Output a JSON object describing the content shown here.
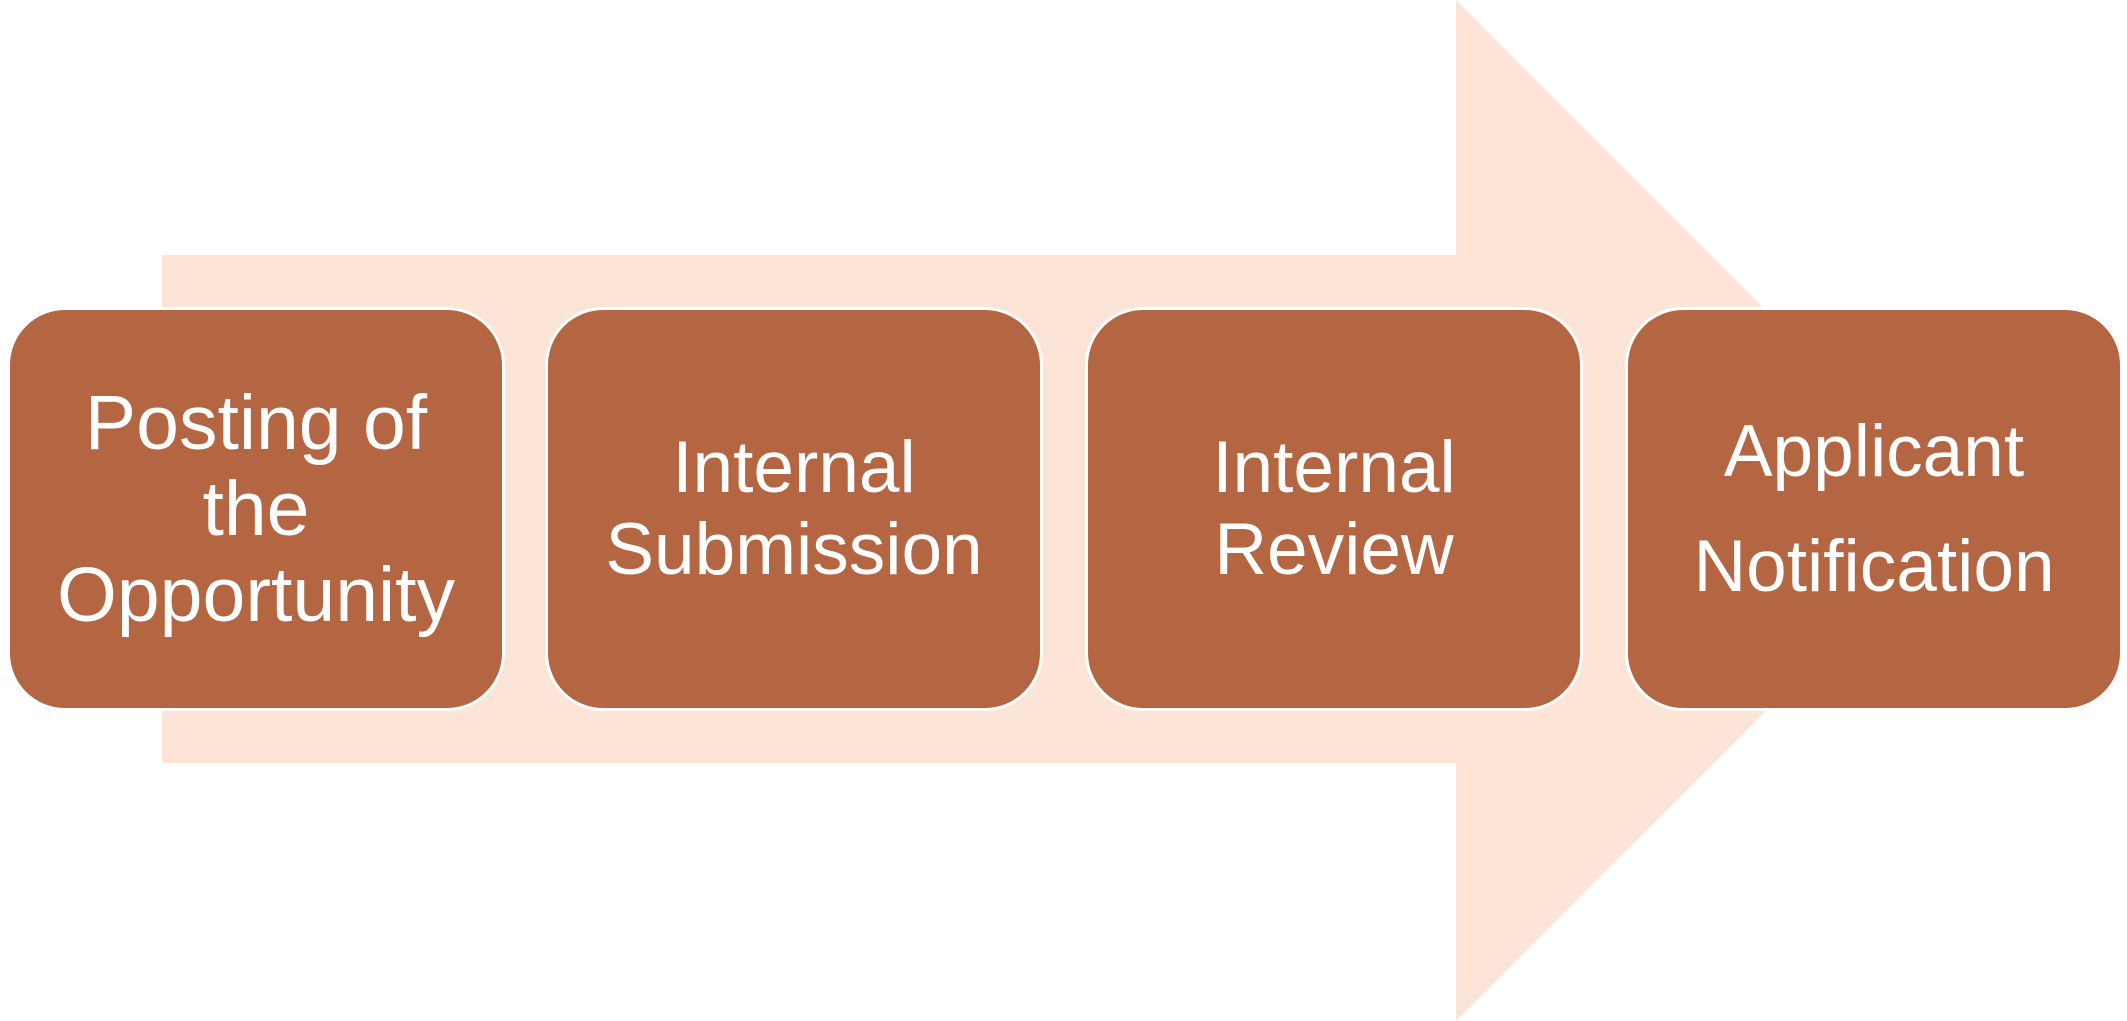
{
  "diagram": {
    "type": "process-arrow",
    "direction": "right",
    "background_color": "#FFFFFF",
    "arrow": {
      "shape": "right-block-arrow",
      "fill": "#FCE4D6"
    },
    "box_style": {
      "fill": "#B46541",
      "stroke": "#FFFFFF",
      "text_color": "#FFFFFF"
    },
    "steps": [
      {
        "label": "Posting of the Opportunity",
        "lines": [
          "Posting of",
          "the",
          "Opportunity"
        ]
      },
      {
        "label": "Internal Submission",
        "lines": [
          "Internal",
          "Submission"
        ]
      },
      {
        "label": "Internal Review",
        "lines": [
          "Internal",
          "Review"
        ]
      },
      {
        "label": "Applicant Notification",
        "lines": [
          "Applicant",
          "Notification"
        ]
      }
    ]
  }
}
